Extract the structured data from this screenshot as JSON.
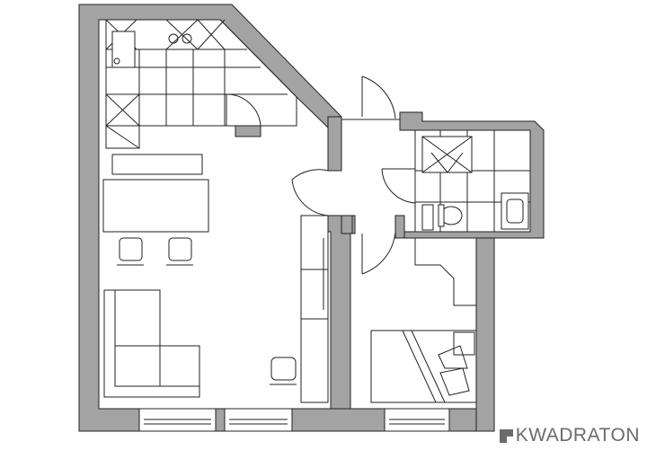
{
  "plan": {
    "rooms": [
      "kitchen-living",
      "hallway",
      "bathroom",
      "bedroom"
    ],
    "colors": {
      "wall": "#a3a3a3",
      "line": "#222222",
      "logo": "#6b6b6b"
    }
  },
  "logo": {
    "text": "KWADRATON"
  }
}
